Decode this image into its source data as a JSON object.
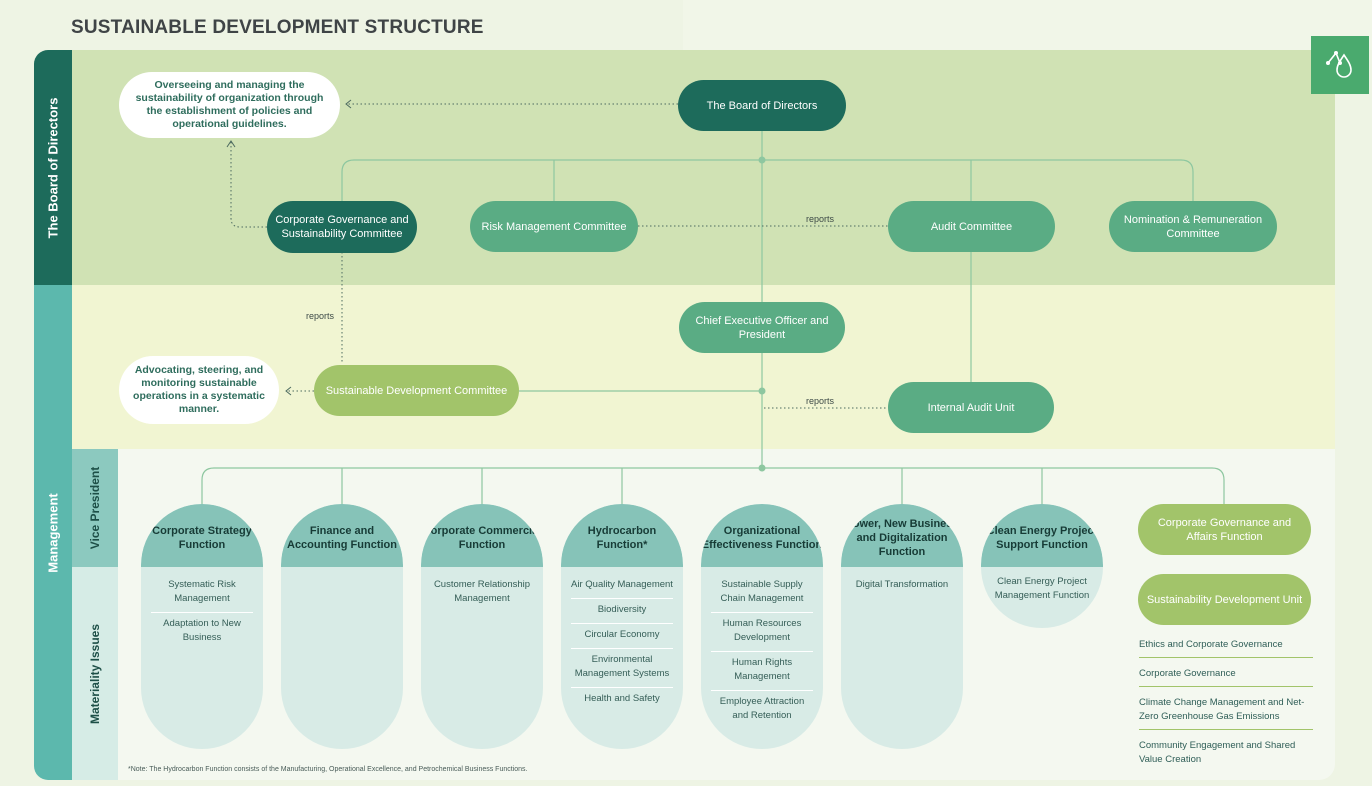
{
  "title": "SUSTAINABLE DEVELOPMENT STRUCTURE",
  "side": {
    "board": "The Board of Directors",
    "management": "Management",
    "vp": "Vice President",
    "materiality": "Materiality Issues"
  },
  "board": {
    "description": "Overseeing and managing the sustainability of organization through the establishment of policies and operational guidelines.",
    "board_node": "The Board of Directors",
    "cgs": "Corporate Governance and Sustainability Committee",
    "risk": "Risk Management Committee",
    "audit": "Audit Committee",
    "nomination": "Nomination & Remuneration Committee",
    "reports": "reports"
  },
  "management": {
    "ceo": "Chief Executive Officer and President",
    "sdc": "Sustainable Development Committee",
    "sdc_description": "Advocating, steering, and monitoring sustainable operations in a systematic manner.",
    "internal_audit": "Internal Audit Unit",
    "reports_left": "reports",
    "reports_right": "reports"
  },
  "functions": [
    {
      "name": "Corporate Strategy Function",
      "issues": [
        "Systematic Risk Management",
        "Adaptation to New Business"
      ]
    },
    {
      "name": "Finance and Accounting Function",
      "issues": []
    },
    {
      "name": "Corporate Commercial Function",
      "issues": [
        "Customer Relationship Management"
      ]
    },
    {
      "name": "Hydrocarbon Function*",
      "issues": [
        "Air Quality Management",
        "Biodiversity",
        "Circular Economy",
        "Environmental Management Systems",
        "Health and Safety"
      ]
    },
    {
      "name": "Organizational Effectiveness Function",
      "issues": [
        "Sustainable Supply Chain Management",
        "Human Resources Development",
        "Human Rights Management",
        "Employee Attraction and Retention"
      ]
    },
    {
      "name": "Power, New Business and Digitalization Function",
      "issues": [
        "Digital Transformation"
      ]
    },
    {
      "name": "Clean Energy Project Support Function",
      "issues": [
        "Clean Energy Project Management Function"
      ]
    }
  ],
  "right": {
    "cga": "Corporate Governance and Affairs Function",
    "sdu": "Sustainability Development Unit",
    "issues": [
      "Ethics and Corporate Governance",
      "Corporate Governance",
      "Climate Change Management and Net-Zero Greenhouse Gas Emissions",
      "Community Engagement and Shared Value Creation"
    ]
  },
  "note": "*Note: The Hydrocarbon Function consists of the Manufacturing, Operational Excellence, and Petrochemical Business Functions.",
  "colors": {
    "dark": "#1d6b5b",
    "mid": "#5aac84",
    "lime": "#a2c46a",
    "teal": "#86c3b8"
  },
  "logo_icon": "network-drop-icon"
}
